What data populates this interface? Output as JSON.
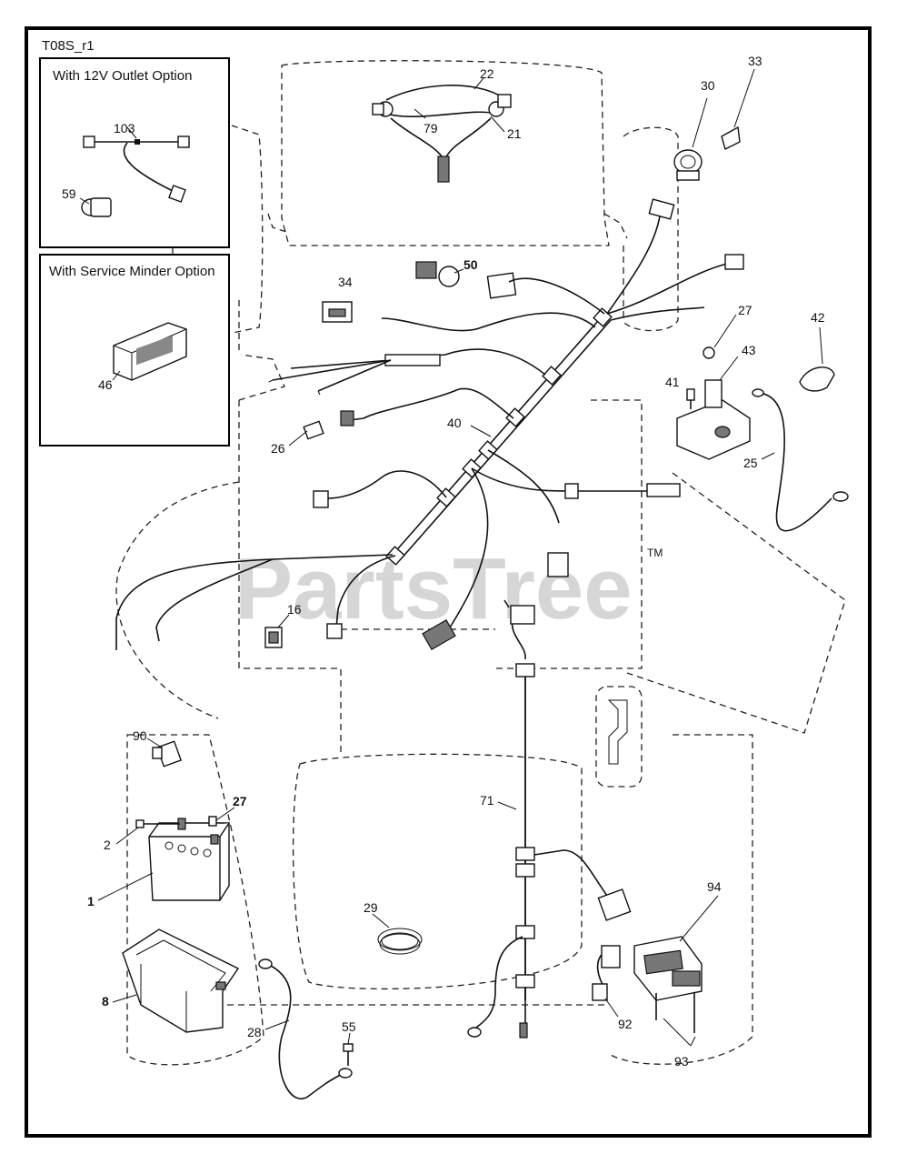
{
  "diagram_id": "T08S_r1",
  "watermark": {
    "text": "PartsTree",
    "tm": "TM"
  },
  "options": {
    "outlet": {
      "title": "With 12V Outlet Option"
    },
    "service_minder": {
      "title": "With Service Minder Option"
    }
  },
  "callouts": {
    "c1": "1",
    "c2": "2",
    "c8": "8",
    "c16": "16",
    "c21": "21",
    "c22": "22",
    "c25": "25",
    "c26": "26",
    "c27a": "27",
    "c27b": "27",
    "c28": "28",
    "c29": "29",
    "c30": "30",
    "c33": "33",
    "c34": "34",
    "c40": "40",
    "c41": "41",
    "c42": "42",
    "c43": "43",
    "c46": "46",
    "c50": "50",
    "c55": "55",
    "c59": "59",
    "c71": "71",
    "c79": "79",
    "c90": "90",
    "c92": "92",
    "c93": "93",
    "c94": "94",
    "c103": "103"
  }
}
